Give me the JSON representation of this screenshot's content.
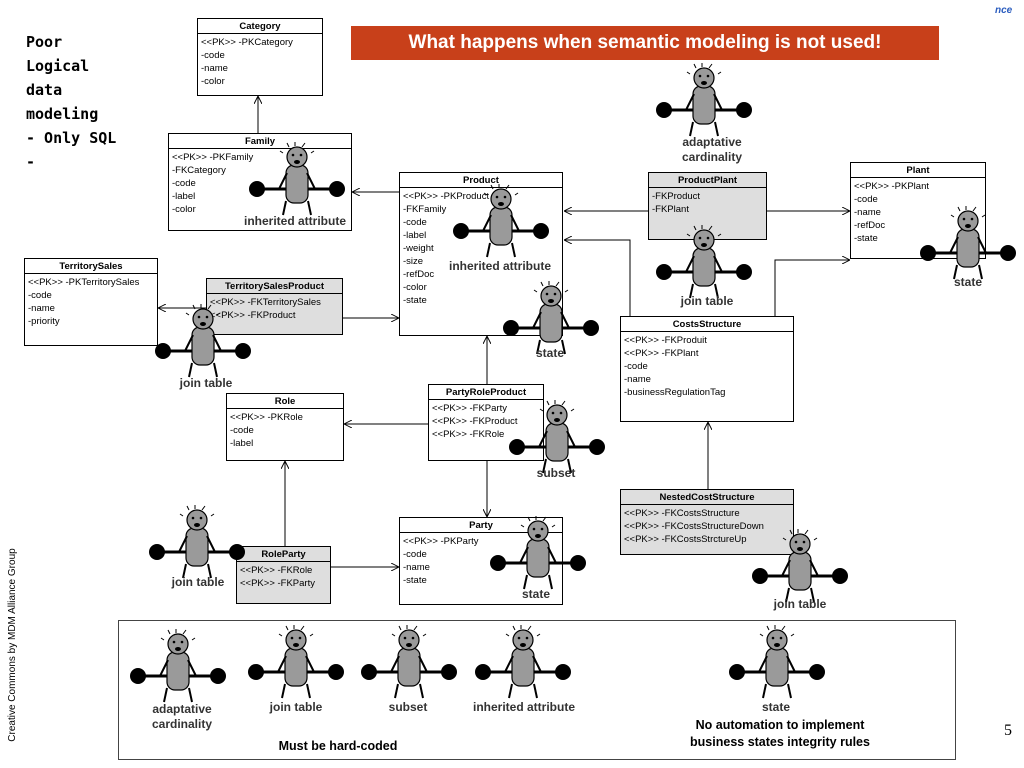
{
  "slide": {
    "title": "Poor\nLogical\ndata\nmodeling\n- Only SQL\n-",
    "banner": "What happens when semantic modeling is not used!",
    "logo": "nce",
    "credit": "Creative Commons by MDM Alliance Group",
    "page_number": "5"
  },
  "entities": {
    "category": {
      "name": "Category",
      "attrs": [
        "<<PK>> -PKCategory",
        "-code",
        "-name",
        "-color"
      ]
    },
    "family": {
      "name": "Family",
      "attrs": [
        "<<PK>> -PKFamily",
        "-FKCategory",
        "-code",
        "-label",
        "-color"
      ]
    },
    "product": {
      "name": "Product",
      "attrs": [
        "<<PK>> -PKProduct",
        "-FKFamily",
        "-code",
        "-label",
        "-weight",
        "-size",
        "-refDoc",
        "-color",
        "-state"
      ]
    },
    "productplant": {
      "name": "ProductPlant",
      "attrs": [
        "-FKProduct",
        "-FKPlant"
      ]
    },
    "plant": {
      "name": "Plant",
      "attrs": [
        "<<PK>> -PKPlant",
        "-code",
        "-name",
        "-refDoc",
        "-state"
      ]
    },
    "territorysales": {
      "name": "TerritorySales",
      "attrs": [
        "<<PK>> -PKTerritorySales",
        "-code",
        "-name",
        "-priority"
      ]
    },
    "territorysalesproduct": {
      "name": "TerritorySalesProduct",
      "attrs": [
        "<<PK>> -FKTerritorySales",
        "<<PK>> -FKProduct"
      ]
    },
    "costsstructure": {
      "name": "CostsStructure",
      "attrs": [
        "<<PK>> -FKProduit",
        "<<PK>> -FKPlant",
        "-code",
        "-name",
        "-businessRegulationTag"
      ]
    },
    "role": {
      "name": "Role",
      "attrs": [
        "<<PK>> -PKRole",
        "-code",
        "-label"
      ]
    },
    "partyroleproduct": {
      "name": "PartyRoleProduct",
      "attrs": [
        "<<PK>> -FKParty",
        "<<PK>> -FKProduct",
        "<<PK>> -FKRole"
      ]
    },
    "nestedcoststructure": {
      "name": "NestedCostStructure",
      "attrs": [
        "<<PK>> -FKCostsStructure",
        "<<PK>> -FKCostsStructureDown",
        "<<PK>> -FKCostsStrctureUp"
      ]
    },
    "party": {
      "name": "Party",
      "attrs": [
        "<<PK>> -PKParty",
        "-code",
        "-name",
        "-state"
      ]
    },
    "roleparty": {
      "name": "RoleParty",
      "attrs": [
        "<<PK>> -FKRole",
        "<<PK>> -FKParty"
      ]
    }
  },
  "annotations": {
    "family_inherited": "inherited attribute",
    "product_inherited": "inherited attribute",
    "product_state": "state",
    "adaptative": "adaptative\ncardinality",
    "productplant_join": "join table",
    "plant_state": "state",
    "tsp_join": "join table",
    "pr_subset": "subset",
    "roleparty_join": "join table",
    "party_state": "state",
    "ncs_join": "join table"
  },
  "legend": {
    "items": [
      "adaptative\ncardinality",
      "join table",
      "subset",
      "inherited attribute",
      "state"
    ],
    "must_be_hardcoded": "Must be hard-coded",
    "no_automation": "No automation to implement\nbusiness states integrity rules"
  },
  "icons": {
    "figure": "weightlifter-icon"
  }
}
